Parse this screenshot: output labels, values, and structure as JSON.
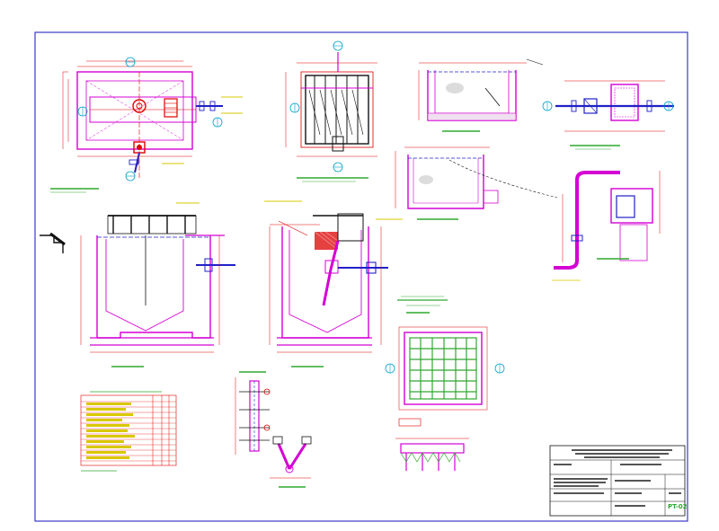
{
  "colors": {
    "border": "#3a3ac8",
    "structure": "#d400d4",
    "dimension": "#e00000",
    "text_dim": "#d8c800",
    "label": "#2ea82e",
    "pipe": "#2020c8",
    "axis": "#00a0c8",
    "black": "#111111",
    "hatch_red": "#e02020"
  },
  "icons": [
    "north-arrow-icon",
    "section-marker-icon",
    "valve-icon",
    "pipe-flange-icon"
  ],
  "views": [
    "plan-view-1",
    "plan-view-2",
    "section-view-a",
    "section-view-b",
    "plan-view-3",
    "section-view-c",
    "section-view-d",
    "section-view-e",
    "section-view-f",
    "grid-plan-view",
    "detail-view-g",
    "detail-view-h",
    "section-view-i"
  ],
  "title_block": {
    "code": "PT-02"
  }
}
